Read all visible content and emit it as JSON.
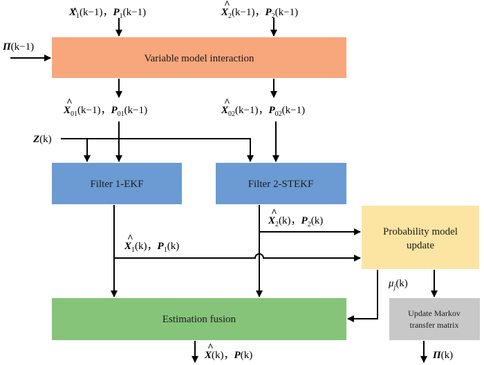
{
  "boxes": {
    "interaction": {
      "label": "Variable model interaction",
      "color": "#f8a67c"
    },
    "filter1": {
      "label": "Filter 1-EKF",
      "color": "#6b9bd2"
    },
    "filter2": {
      "label": "Filter 2-STEKF",
      "color": "#6b9bd2"
    },
    "probability": {
      "label_line1": "Probability model",
      "label_line2": "update",
      "color": "#fce5a2"
    },
    "markov": {
      "label_line1": "Update Markov",
      "label_line2": "transfer matrix",
      "color": "#c8c8c8"
    },
    "fusion": {
      "label": "Estimation fusion",
      "color": "#86c47a"
    }
  },
  "labels": {
    "in1": {
      "xhat": "X",
      "sub": "1",
      "arg": "(k−1)",
      "sep": "，",
      "p": "P",
      "psub": "1",
      "parg": "(k−1)"
    },
    "in2": {
      "xhat": "X",
      "sub": "2",
      "arg": "(k−1)",
      "sep": "，",
      "p": "P",
      "psub": "2",
      "parg": "(k−1)"
    },
    "pi_in": {
      "sym": "Π",
      "arg": "(k−1)"
    },
    "mix1": {
      "xhat": "X",
      "sub": "01",
      "arg": "(k−1)",
      "sep": "，",
      "p": "P",
      "psub": "01",
      "parg": "(k−1)"
    },
    "mix2": {
      "xhat": "X",
      "sub": "02",
      "arg": "(k−1)",
      "sep": "，",
      "p": "P",
      "psub": "02",
      "parg": "(k−1)"
    },
    "z": {
      "sym": "Z",
      "arg": "(k)"
    },
    "out2": {
      "xhat": "X",
      "sub": "2",
      "arg": "(k)",
      "sep": "，",
      "p": "P",
      "psub": "2",
      "parg": "(k)"
    },
    "out1": {
      "xhat": "X",
      "sub": "1",
      "arg": "(k)",
      "sep": "，",
      "p": "P",
      "psub": "1",
      "parg": "(k)"
    },
    "mu": {
      "sym": "μ",
      "sub": "j",
      "arg": "(k)"
    },
    "final": {
      "xhat": "X",
      "arg": "(k)",
      "sep": "，",
      "p": "P",
      "parg": "(k)"
    },
    "pi_out": {
      "sym": "Π",
      "arg": "(k)"
    }
  }
}
